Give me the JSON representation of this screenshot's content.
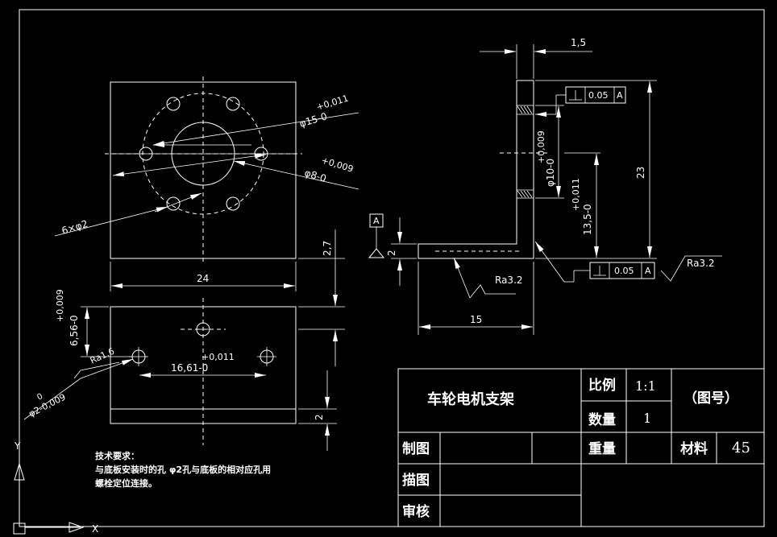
{
  "title_block": {
    "part_name": "车轮电机支架",
    "scale_label": "比例",
    "scale_value": "1:1",
    "quantity_label": "数量",
    "quantity_value": "1",
    "drawing_no": "（图号）",
    "drawn_label": "制图",
    "traced_label": "描图",
    "checked_label": "审核",
    "weight_label": "重量",
    "material_label": "材料",
    "material_value": "45"
  },
  "tech_requirements": {
    "heading": "技术要求：",
    "line1": "与底板安装时的孔 φ2孔与底板的相对应孔用",
    "line2": "螺栓定位连接。"
  },
  "dimensions": {
    "d_15": "φ15-0",
    "d_15_tol": "+0,011",
    "d_8": "φ8-0",
    "d_8_tol": "+0,009",
    "holes": "6×φ2",
    "width_24": "24",
    "h_2_7": "2,7",
    "h_6_56": "6,56-0",
    "h_6_56_tol": "+0,009",
    "ra_1_6": "Ra1.6",
    "w_16_61": "16,61-0",
    "w_16_61_tol": "+0,011",
    "d_2": "φ2-0,009",
    "d_2_tol": "0",
    "t_2": "2",
    "thk_1_5": "1,5",
    "d_10": "φ10-0",
    "d_10_tol": "+0,009",
    "h_13_5": "13,5-0",
    "h_13_5_tol": "+0,011",
    "h_23": "23",
    "len_15": "15",
    "t_2_side": "2",
    "ra_3_2_a": "Ra3.2",
    "ra_3_2_b": "Ra3.2",
    "datum": "A",
    "fcf1_value": "0.05",
    "fcf1_ref": "A",
    "fcf2_value": "0.05",
    "fcf2_ref": "A"
  },
  "ucs": {
    "x_label": "X",
    "y_label": "Y"
  }
}
